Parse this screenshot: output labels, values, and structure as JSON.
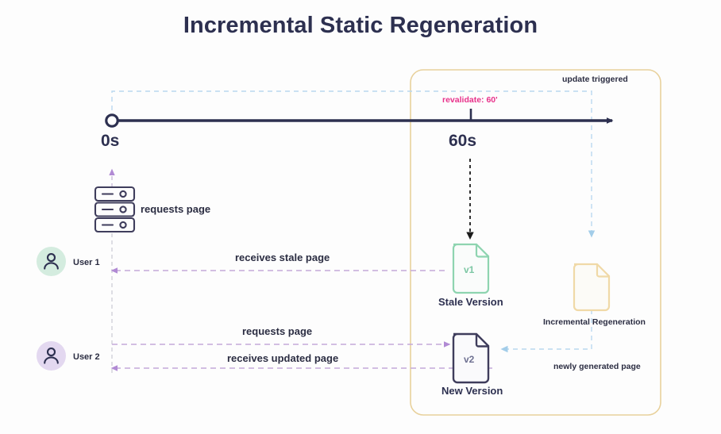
{
  "title": "Incremental Static Regeneration",
  "timeline": {
    "start_label": "0s",
    "revalidate_label": "revalidate: 60'",
    "end_label": "60s",
    "update_triggered_label": "update triggered"
  },
  "server": {
    "icon": "server-icon",
    "action_label": "requests page"
  },
  "users": [
    {
      "id": "user1",
      "name": "User 1",
      "avatar_icon": "user-icon",
      "avatar_color": "#d4ecdf",
      "message": "receives stale page"
    },
    {
      "id": "user2",
      "name": "User 2",
      "avatar_icon": "user-icon",
      "avatar_color": "#e3d8f0",
      "request_message": "requests page",
      "message": "receives updated page"
    }
  ],
  "documents": [
    {
      "id": "stale",
      "version_text": "v1",
      "caption": "Stale Version",
      "color": "#8ed4b0"
    },
    {
      "id": "new",
      "version_text": "v2",
      "caption": "New Version",
      "color": "#3f3d5c"
    },
    {
      "id": "regeneration",
      "version_text": "",
      "caption": "Incremental Regeneration",
      "color": "#f3d79a"
    }
  ],
  "annotations": {
    "newly_generated": "newly generated page"
  },
  "colors": {
    "ink": "#2d3050",
    "accent_pink": "#e8308a",
    "accent_blue": "#a8cfe8",
    "accent_purple": "#b59ad1",
    "accent_amber": "#e8cf9a",
    "mint": "#8ed4b0",
    "background": "#fdfdfd"
  }
}
